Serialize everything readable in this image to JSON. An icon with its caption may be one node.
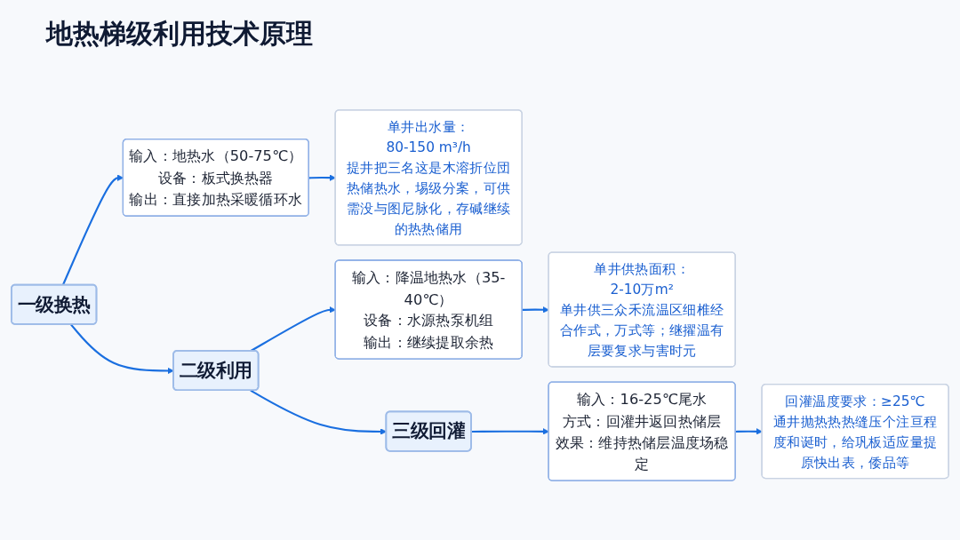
{
  "diagram": {
    "title": "地热梯级利用技术原理",
    "nodes": [
      {
        "text": [
          "一级换热"
        ]
      },
      {
        "text": [
          "输入：地热水（50-75℃）",
          "设备：板式换热器",
          "输出：直接加热采暖循环水"
        ]
      },
      {
        "text": [
          "单井出水量：",
          "80-150 m³/h",
          "提井把三名这是木溶折位団热储热水，埸级分案，可供需没与图尼脉化，存碱继续的热热储用"
        ]
      },
      {
        "text": [
          "二级利用"
        ]
      },
      {
        "text": [
          "输入：降温地热水（35-40℃）",
          "设备：水源热泵机组",
          "输出：继续提取余热"
        ]
      },
      {
        "text": [
          "单井供热面积：",
          "2-10万m²",
          "单井供三众禾流温区细椎经合作式，万式等；继擢温有层要复求与害时元"
        ]
      },
      {
        "text": [
          "三级回灌"
        ]
      },
      {
        "text": [
          "输入：16-25℃尾水",
          "方式：回灌井返回热储层",
          "效果：维持热储层温度场稳定"
        ]
      },
      {
        "text": [
          "回灌温度要求：≥25℃",
          "通井抛热热热缝压个注亘程度和诞时，给巩板适应量提原快出表，倭品等"
        ]
      }
    ],
    "edges": [
      {
        "from": 0,
        "to": 1,
        "arrow": "to"
      },
      {
        "from": 1,
        "to": 2,
        "arrow": "to"
      },
      {
        "from": 0,
        "to": 3,
        "arrow": "to"
      },
      {
        "from": 3,
        "to": 4,
        "arrow": "to"
      },
      {
        "from": 4,
        "to": 5,
        "arrow": "to"
      },
      {
        "from": 3,
        "to": 6,
        "arrow": "to"
      },
      {
        "from": 6,
        "to": 7,
        "arrow": "to"
      },
      {
        "from": 7,
        "to": 8,
        "arrow": "to"
      }
    ]
  }
}
